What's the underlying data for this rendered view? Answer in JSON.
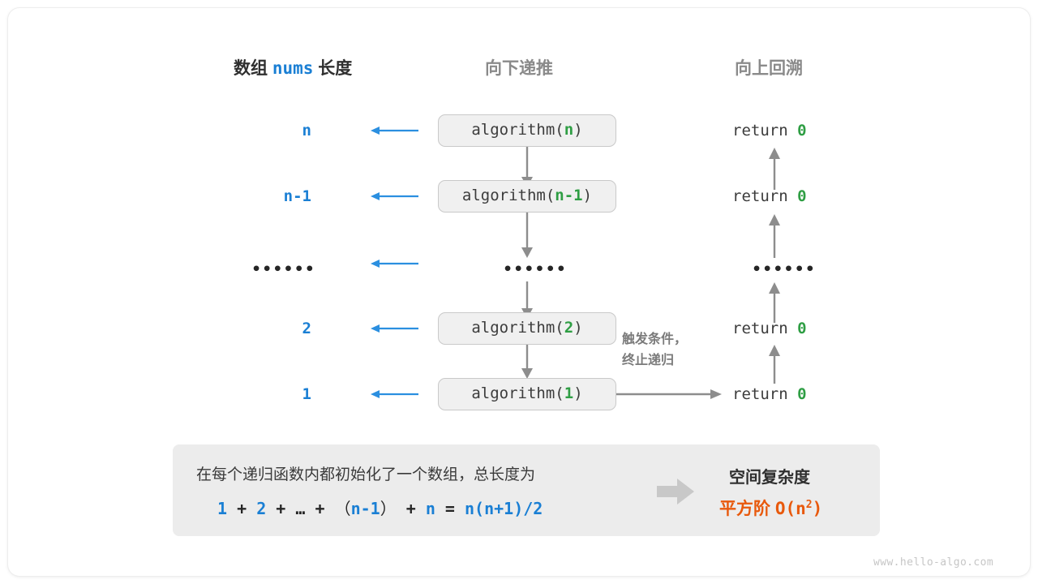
{
  "colors": {
    "blue": "#1a7fd4",
    "green": "#2f9e44",
    "orange": "#e8590c",
    "gray_arrow": "#888888",
    "box_fill": "#f0f0f0",
    "box_border": "#c9c9c9",
    "panel_fill": "#ececec"
  },
  "headers": {
    "left_pre": "数组 ",
    "left_code": "nums",
    "left_post": " 长度",
    "middle": "向下递推",
    "right": "向上回溯"
  },
  "rows": [
    {
      "length": "n",
      "call_prefix": "algorithm(",
      "call_arg": "n",
      "call_suffix": ")",
      "ret_text": "return ",
      "ret_value": "0"
    },
    {
      "length": "n-1",
      "call_prefix": "algorithm(",
      "call_arg": "n-1",
      "call_suffix": ")",
      "ret_text": "return ",
      "ret_value": "0"
    },
    {
      "length": "••••••",
      "call_prefix": "",
      "call_arg": "••••••",
      "call_suffix": "",
      "ret_text": "",
      "ret_value": "••••••"
    },
    {
      "length": "2",
      "call_prefix": "algorithm(",
      "call_arg": "2",
      "call_suffix": ")",
      "ret_text": "return ",
      "ret_value": "0"
    },
    {
      "length": "1",
      "call_prefix": "algorithm(",
      "call_arg": "1",
      "call_suffix": ")",
      "ret_text": "return ",
      "ret_value": "0"
    }
  ],
  "note": {
    "line1": "触发条件，",
    "line2": "终止递归"
  },
  "summary": {
    "text_line": "在每个递归函数内都初始化了一个数组，总长度为",
    "equation": {
      "t1": "1",
      "o1": "+",
      "t2": "2",
      "o2": "+",
      "t3": "…",
      "o3": "+",
      "lparen": "（",
      "t4": "n-1",
      "rparen": "）",
      "o4": "+",
      "t5": "n",
      "eq": "=",
      "result": "n(n+1)/2"
    },
    "complexity_title": "空间复杂度",
    "complexity_label": "平方阶",
    "complexity_value_pre": "O(n",
    "complexity_value_sup": "2",
    "complexity_value_post": ")"
  },
  "watermark": "www.hello-algo.com"
}
